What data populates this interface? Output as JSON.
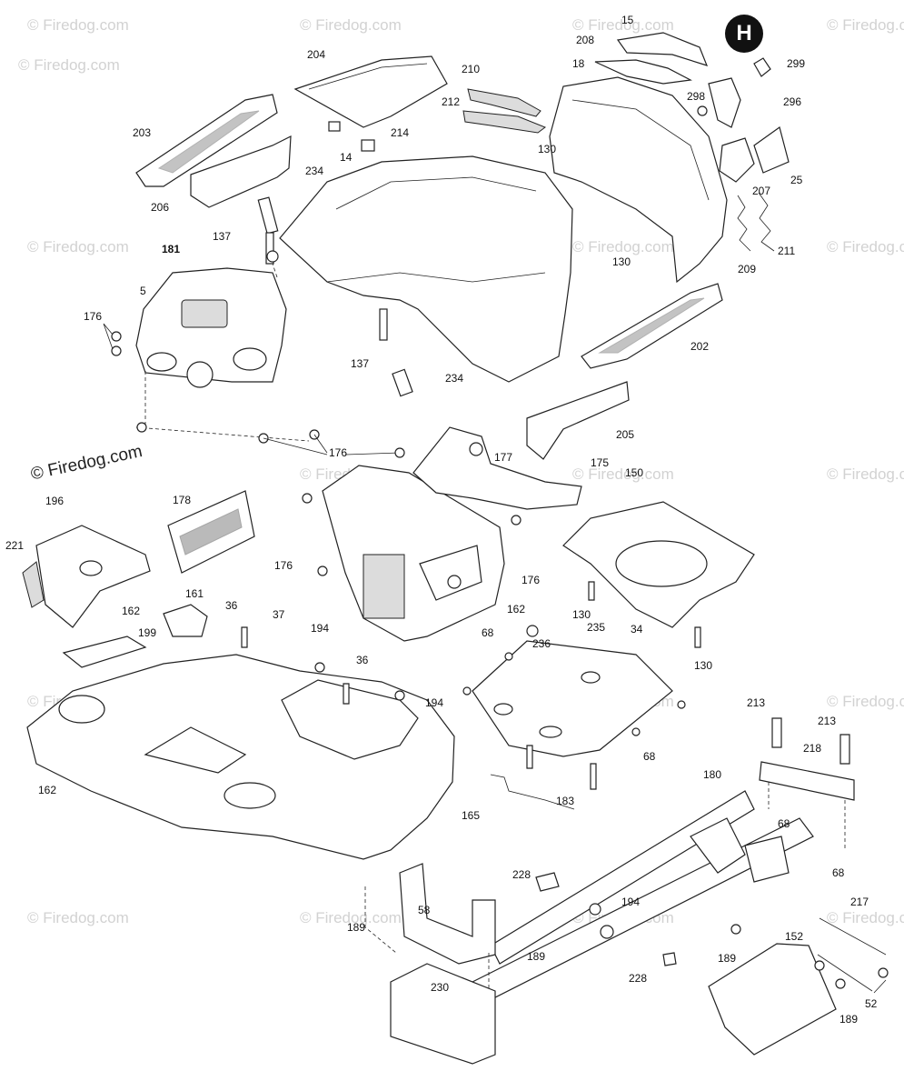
{
  "brand_logo_letter": "H",
  "watermark_primary": "© Firedog.com",
  "watermark_faint": "© Firedog.com",
  "part_labels": {
    "p15": "15",
    "p208": "208",
    "p299": "299",
    "p18": "18",
    "p204": "204",
    "p210": "210",
    "p298": "298",
    "p296": "296",
    "p212": "212",
    "p203": "203",
    "p214": "214",
    "p130a": "130",
    "p14": "14",
    "p234a": "234",
    "p207": "207",
    "p25": "25",
    "p206": "206",
    "p137a": "137",
    "p181": "181",
    "p130b": "130",
    "p209": "209",
    "p211": "211",
    "p5": "5",
    "p176a": "176",
    "p202": "202",
    "p137b": "137",
    "p234b": "234",
    "p205": "205",
    "p176b": "176",
    "p177": "177",
    "p175": "175",
    "p150": "150",
    "p196": "196",
    "p178": "178",
    "p221": "221",
    "p176c": "176",
    "p176d": "176",
    "p162a": "162",
    "p161": "161",
    "p130c": "130",
    "p36a": "36",
    "p37": "37",
    "p194a": "194",
    "p68a": "68",
    "p235": "235",
    "p34": "34",
    "p236": "236",
    "p162b": "162",
    "p130d": "130",
    "p199": "199",
    "p36b": "36",
    "p194b": "194",
    "p213a": "213",
    "p213b": "213",
    "p68b": "68",
    "p218": "218",
    "p162c": "162",
    "p180": "180",
    "p183": "183",
    "p165": "165",
    "p68c": "68",
    "p228a": "228",
    "p68d": "68",
    "p58": "58",
    "p194c": "194",
    "p217": "217",
    "p189a": "189",
    "p152": "152",
    "p189b": "189",
    "p189c": "189",
    "p230": "230",
    "p228b": "228",
    "p52": "52",
    "p189d": "189"
  }
}
